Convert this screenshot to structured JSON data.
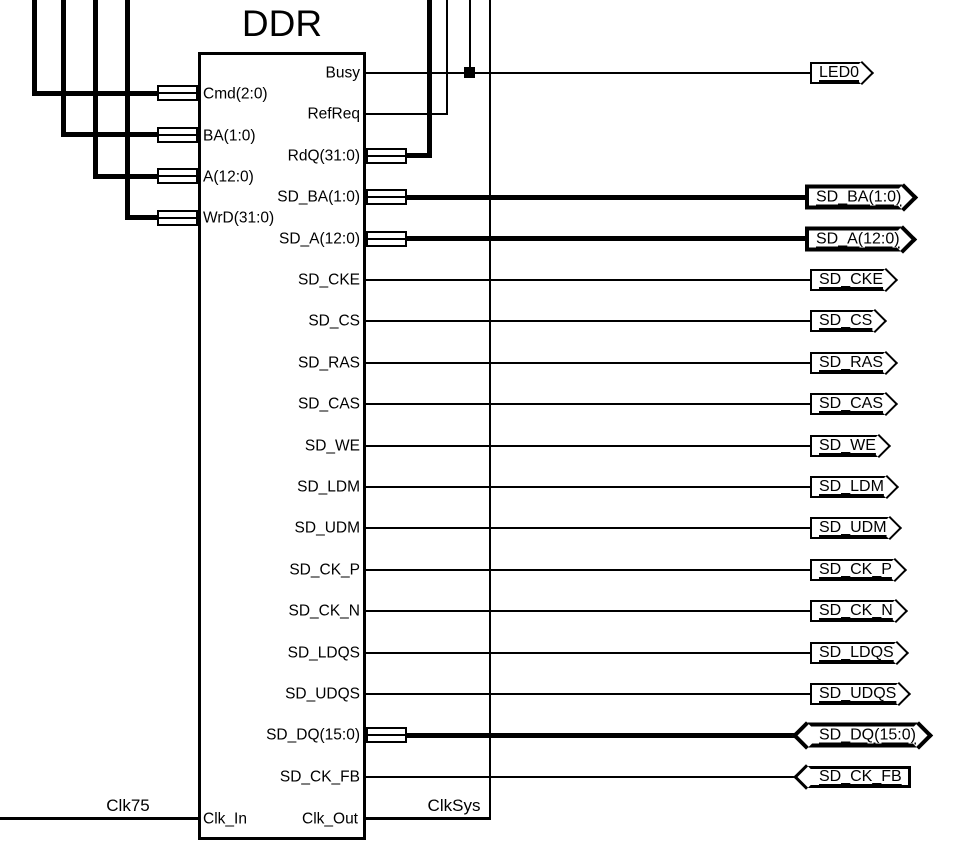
{
  "schematic": {
    "component": {
      "title": "DDR",
      "input_ports": [
        "Cmd(2:0)",
        "BA(1:0)",
        "A(12:0)",
        "WrD(31:0)"
      ],
      "output_ports": [
        "Busy",
        "RefReq",
        "RdQ(31:0)",
        "SD_BA(1:0)",
        "SD_A(12:0)",
        "SD_CKE",
        "SD_CS",
        "SD_RAS",
        "SD_CAS",
        "SD_WE",
        "SD_LDM",
        "SD_UDM",
        "SD_CK_P",
        "SD_CK_N",
        "SD_LDQS",
        "SD_UDQS",
        "SD_DQ(15:0)",
        "SD_CK_FB",
        "Clk_Out"
      ],
      "clock_input": "Clk_In"
    },
    "net_labels": {
      "clock_in_net": "Clk75",
      "clock_out_net": "ClkSys"
    },
    "io_markers": [
      {
        "label": "LED0",
        "direction": "output",
        "bus": false
      },
      {
        "label": "SD_BA(1:0)",
        "direction": "output",
        "bus": true
      },
      {
        "label": "SD_A(12:0)",
        "direction": "output",
        "bus": true
      },
      {
        "label": "SD_CKE",
        "direction": "output",
        "bus": false
      },
      {
        "label": "SD_CS",
        "direction": "output",
        "bus": false
      },
      {
        "label": "SD_RAS",
        "direction": "output",
        "bus": false
      },
      {
        "label": "SD_CAS",
        "direction": "output",
        "bus": false
      },
      {
        "label": "SD_WE",
        "direction": "output",
        "bus": false
      },
      {
        "label": "SD_LDM",
        "direction": "output",
        "bus": false
      },
      {
        "label": "SD_UDM",
        "direction": "output",
        "bus": false
      },
      {
        "label": "SD_CK_P",
        "direction": "output",
        "bus": false
      },
      {
        "label": "SD_CK_N",
        "direction": "output",
        "bus": false
      },
      {
        "label": "SD_LDQS",
        "direction": "output",
        "bus": false
      },
      {
        "label": "SD_UDQS",
        "direction": "output",
        "bus": false
      },
      {
        "label": "SD_DQ(15:0)",
        "direction": "bidirectional",
        "bus": true
      },
      {
        "label": "SD_CK_FB",
        "direction": "input",
        "bus": false
      }
    ],
    "colors": {
      "ink": "#000000",
      "background": "#ffffff"
    }
  }
}
